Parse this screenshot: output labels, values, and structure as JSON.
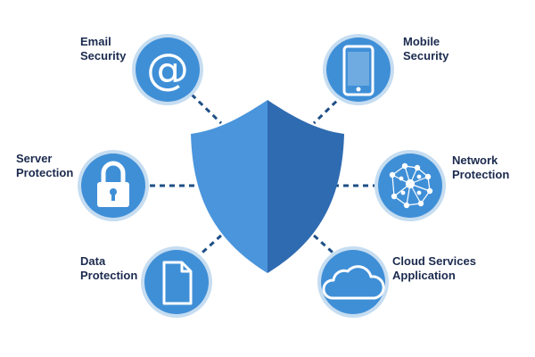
{
  "colors": {
    "node_fill": "#3f8fd7",
    "node_ring": "#c6ddf1",
    "shield_left": "#4a95dc",
    "shield_right": "#2f6bb1",
    "connector": "#1f4f86",
    "label": "#1b2a4e"
  },
  "nodes": [
    {
      "id": "email",
      "icon": "at-sign-icon",
      "label_lines": [
        "Email",
        "Security"
      ]
    },
    {
      "id": "mobile",
      "icon": "smartphone-icon",
      "label_lines": [
        "Mobile",
        "Security"
      ]
    },
    {
      "id": "server",
      "icon": "padlock-icon",
      "label_lines": [
        "Server",
        "Protection"
      ]
    },
    {
      "id": "network",
      "icon": "network-globe-icon",
      "label_lines": [
        "Network",
        "Protection"
      ]
    },
    {
      "id": "data",
      "icon": "document-icon",
      "label_lines": [
        "Data",
        "Protection"
      ]
    },
    {
      "id": "cloud",
      "icon": "cloud-icon",
      "label_lines": [
        "Cloud Services",
        "Application"
      ]
    }
  ]
}
